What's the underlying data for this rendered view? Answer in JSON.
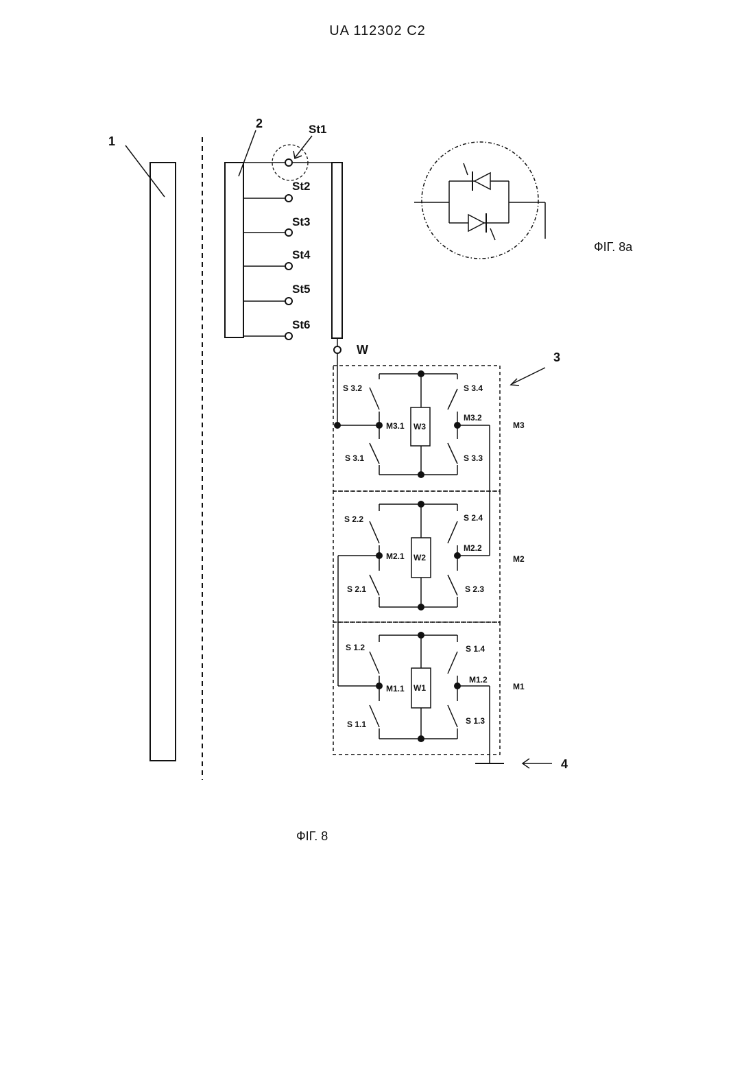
{
  "header": {
    "doc_number": "UA   112302   C2"
  },
  "figures": {
    "main_caption": "ФІГ. 8",
    "detail_caption": "ФІГ. 8a"
  },
  "refs": {
    "r1": "1",
    "r2": "2",
    "r3": "3",
    "r4": "4"
  },
  "taps": [
    "St1",
    "St2",
    "St3",
    "St4",
    "St5",
    "St6"
  ],
  "tap_output": "W",
  "modules": [
    {
      "id": "M3",
      "winding": "W3",
      "node_left": "M3.1",
      "node_right": "M3.2",
      "switches": {
        "tl": "S 3.2",
        "tr": "S 3.4",
        "bl": "S 3.1",
        "br": "S 3.3"
      }
    },
    {
      "id": "M2",
      "winding": "W2",
      "node_left": "M2.1",
      "node_right": "M2.2",
      "switches": {
        "tl": "S 2.2",
        "tr": "S 2.4",
        "bl": "S 2.1",
        "br": "S 2.3"
      }
    },
    {
      "id": "M1",
      "winding": "W1",
      "node_left": "M1.1",
      "node_right": "M1.2",
      "switches": {
        "tl": "S 1.2",
        "tr": "S 1.4",
        "bl": "S 1.1",
        "br": "S 1.3"
      }
    }
  ]
}
